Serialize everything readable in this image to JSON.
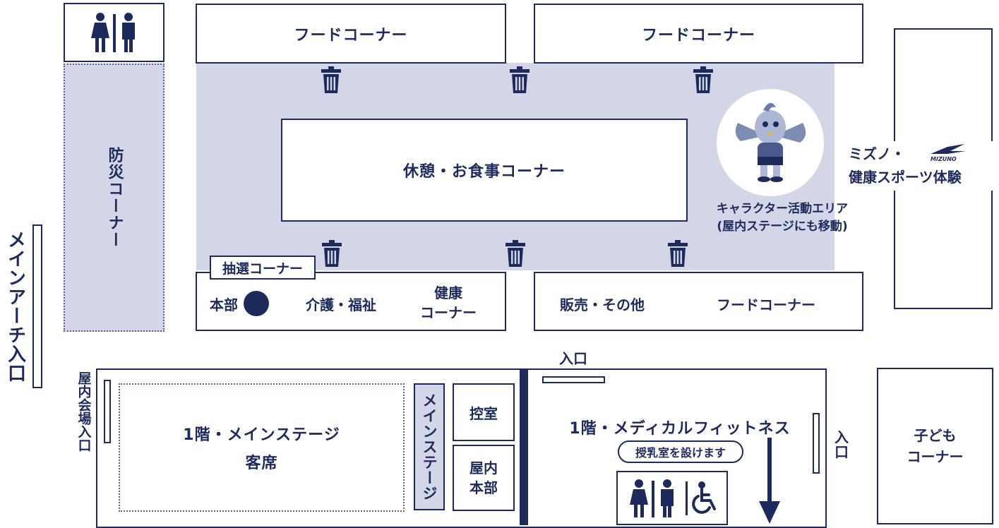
{
  "colors": {
    "navy": "#1d2a5c",
    "shade": "#d3d6e6",
    "white": "#ffffff"
  },
  "labels": {
    "food_corner_top_left": "フードコーナー",
    "food_corner_top_right": "フードコーナー",
    "rest_dining": "休憩・お食事コーナー",
    "disaster_corner": "防災コーナー",
    "main_arch_entrance": "メインアーチ入口",
    "lottery_corner": "抽選コーナー",
    "headquarters": "本部",
    "care_welfare": "介護・福祉",
    "health_corner": "健康\nコーナー",
    "sales_other": "販売・その他",
    "food_corner_bottom": "フードコーナー",
    "character_area_line1": "キャラクター活動エリア",
    "character_area_line2": "(屋内ステージにも移動)",
    "mizuno_line1": "ミズノ・",
    "mizuno_line2": "健康スポーツ体験",
    "mizuno_logo": "MIZUNO",
    "entrance_middle": "入口",
    "indoor_venue_entrance": "屋内会場入口",
    "main_stage_seats_line1": "1階・メインステージ",
    "main_stage_seats_line2": "客席",
    "main_stage": "メインステージ",
    "control_room": "控室",
    "indoor_hq": "屋内\n本部",
    "medical_fitness": "1階・メディカルフィットネス",
    "nursing_room": "授乳室を設けます",
    "entrance_right": "入口",
    "kids_corner": "子ども\nコーナー"
  },
  "icons": {
    "restroom": "restroom-icon",
    "trash": "trash-can-icon",
    "mascot": "mascot-character-icon",
    "wheelchair": "wheelchair-icon",
    "arrow": "arrow-down-icon",
    "hq_marker": "headquarters-dot-icon"
  }
}
